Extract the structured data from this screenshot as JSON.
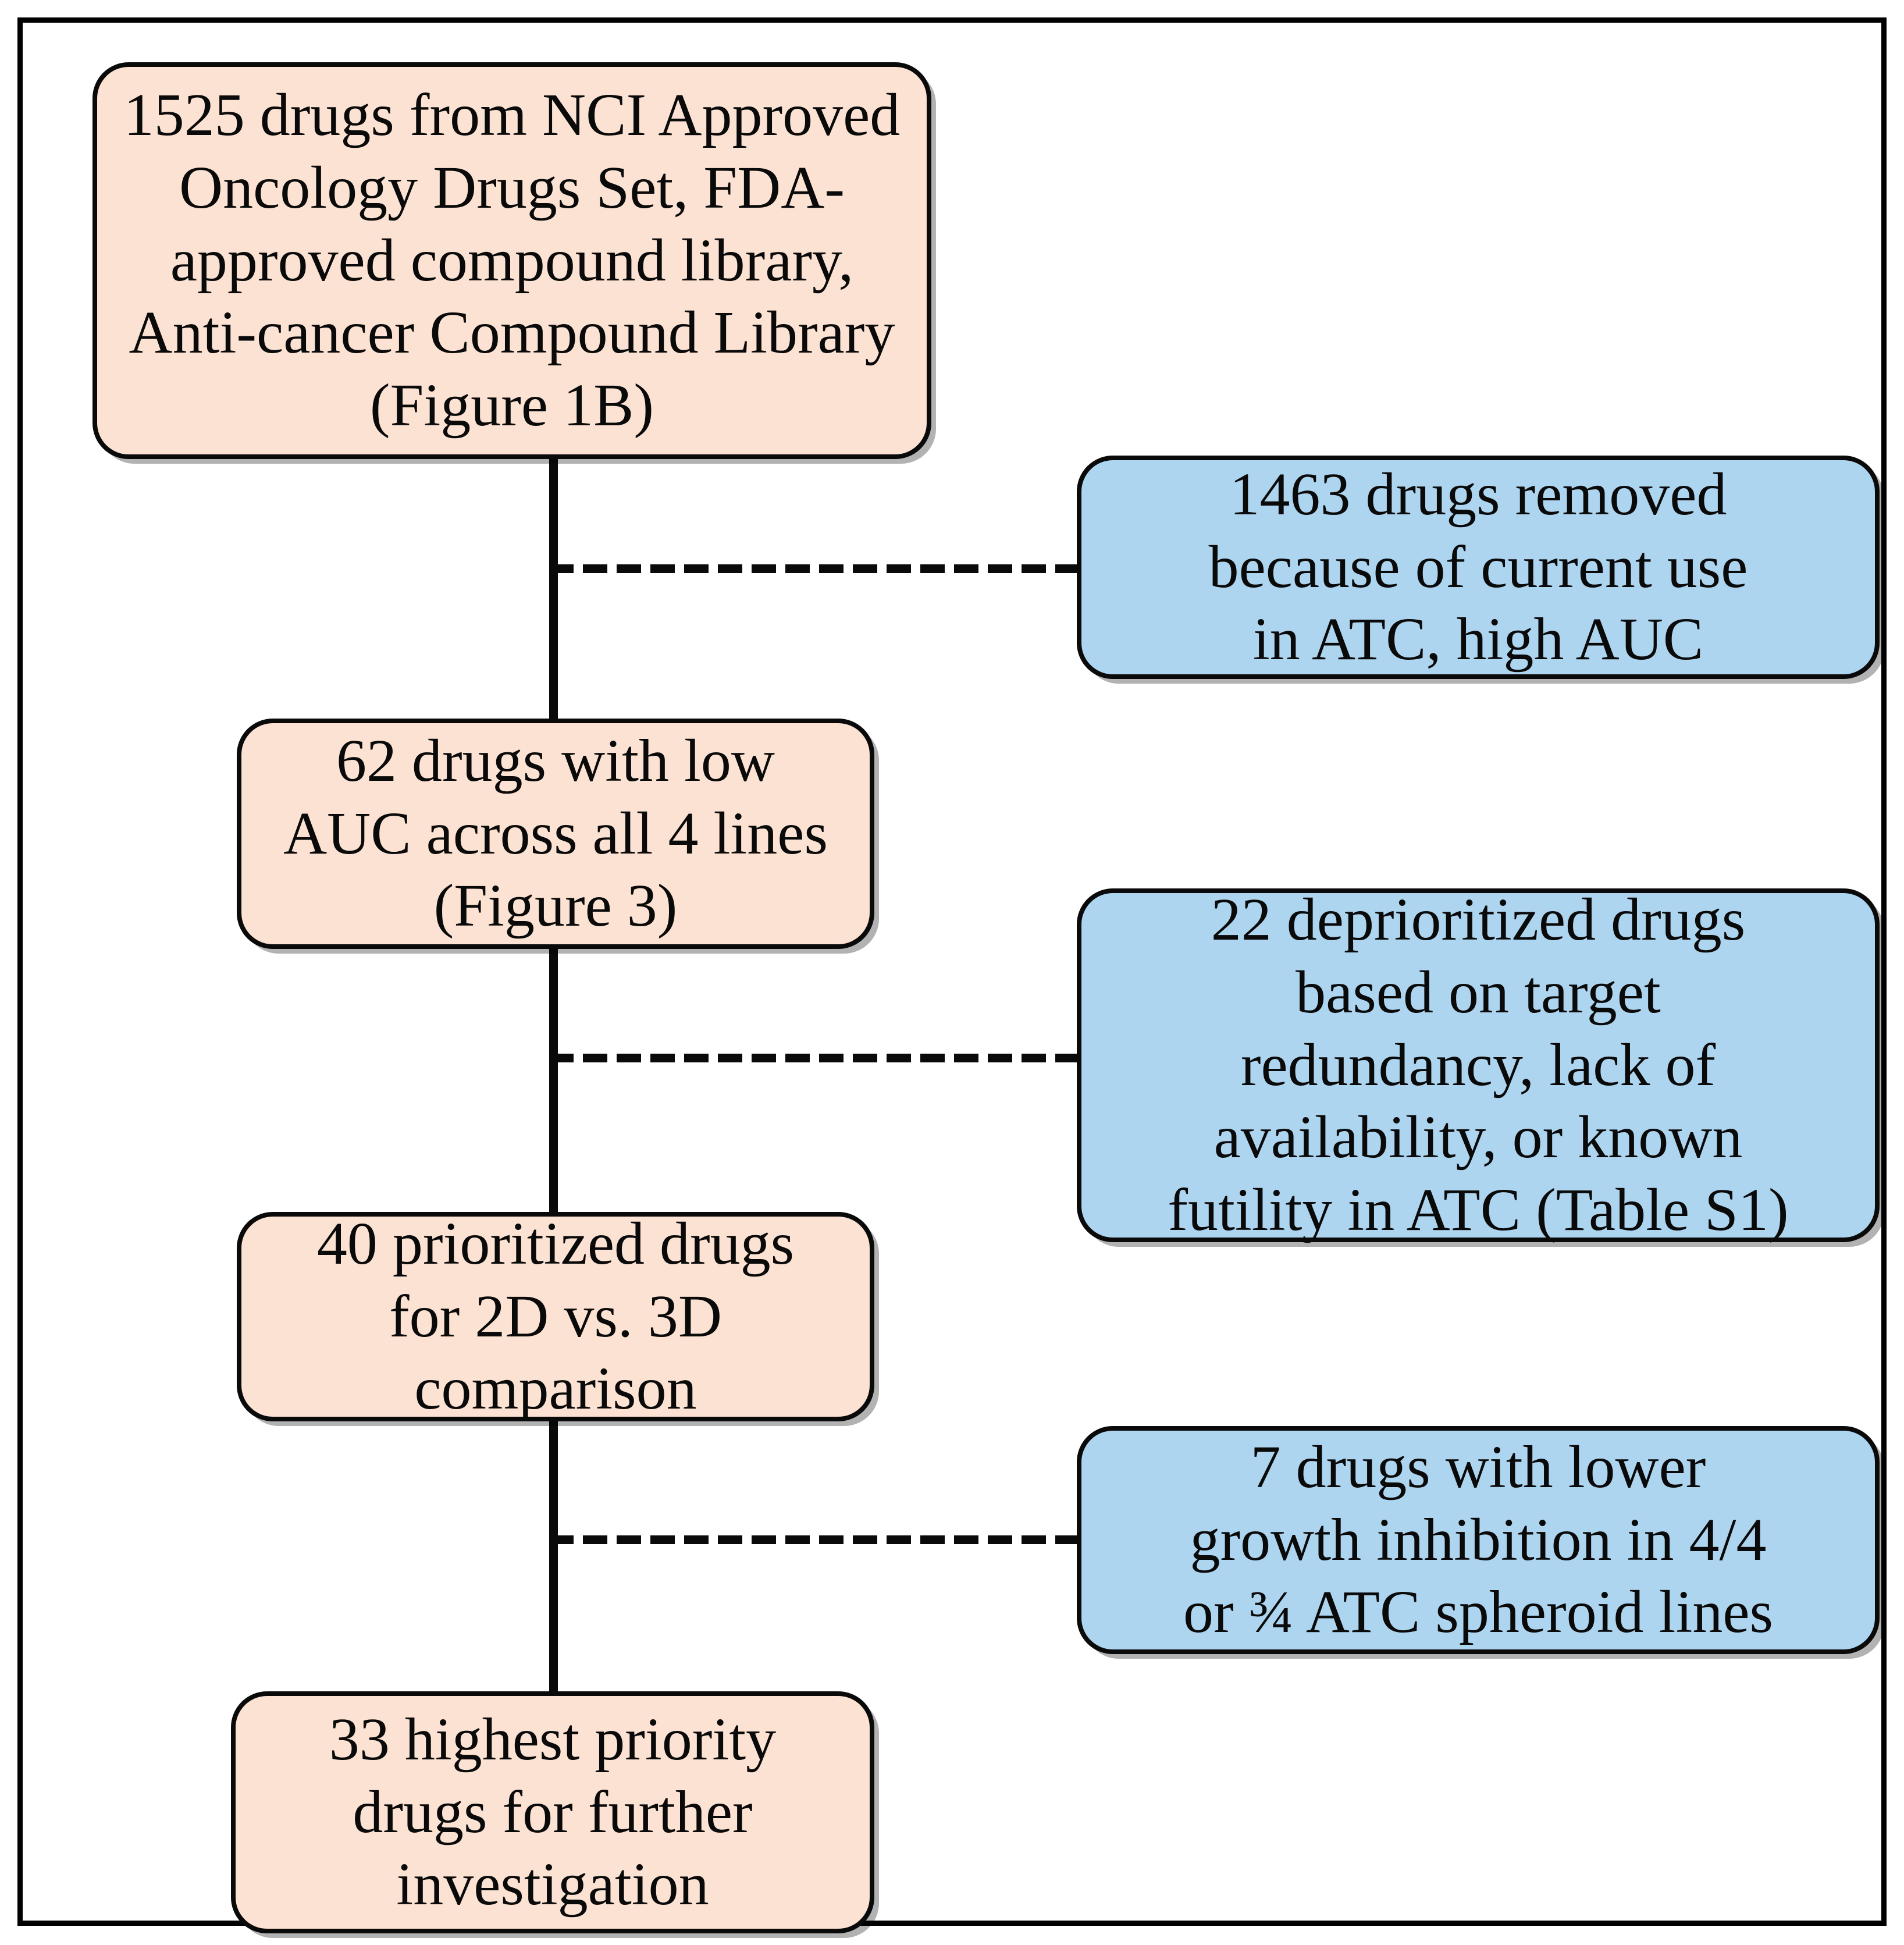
{
  "figure": {
    "type": "flowchart",
    "title": "",
    "orientation": "vertical-with-side-exclusions",
    "colors": {
      "included_fill": "#FCE2D2",
      "excluded_fill": "#AED5F0",
      "stroke": "#0A0A0A",
      "frame": "#000000",
      "background": "#FFFFFF"
    }
  },
  "nodes": {
    "source": {
      "id": "source",
      "kind": "included",
      "label": "1525 drugs from NCI Approved\nOncology Drugs Set, FDA-\napproved compound library,\nAnti-cancer Compound Library\n(Figure 1B)",
      "count": 1525,
      "reference": "Figure 1B"
    },
    "removed": {
      "id": "removed",
      "kind": "excluded",
      "label": "1463 drugs removed\nbecause of current use\nin ATC, high AUC",
      "count": 1463
    },
    "low_auc": {
      "id": "low_auc",
      "kind": "included",
      "label": "62 drugs with low\nAUC across all 4 lines\n(Figure 3)",
      "count": 62,
      "reference": "Figure 3"
    },
    "deprioritized": {
      "id": "deprioritized",
      "kind": "excluded",
      "label": "22 deprioritized drugs\nbased on target\nredundancy, lack of\navailability, or known\nfutility in ATC (Table S1)",
      "count": 22,
      "reference": "Table S1"
    },
    "prioritized": {
      "id": "prioritized",
      "kind": "included",
      "label": "40 prioritized drugs\nfor 2D vs. 3D\ncomparison",
      "count": 40
    },
    "lower_inhibition": {
      "id": "lower_inhibition",
      "kind": "excluded",
      "label": "7 drugs with lower\ngrowth inhibition in 4/4\nor ¾ ATC spheroid lines",
      "count": 7
    },
    "highest_priority": {
      "id": "highest_priority",
      "kind": "included",
      "label": "33 highest priority\ndrugs for further\ninvestigation",
      "count": 33
    }
  },
  "edges": [
    {
      "from": "source",
      "to": "low_auc",
      "style": "solid"
    },
    {
      "from": "source",
      "to": "removed",
      "style": "dashed"
    },
    {
      "from": "low_auc",
      "to": "prioritized",
      "style": "solid"
    },
    {
      "from": "low_auc",
      "to": "deprioritized",
      "style": "dashed"
    },
    {
      "from": "prioritized",
      "to": "highest_priority",
      "style": "solid"
    },
    {
      "from": "prioritized",
      "to": "lower_inhibition",
      "style": "dashed"
    }
  ]
}
